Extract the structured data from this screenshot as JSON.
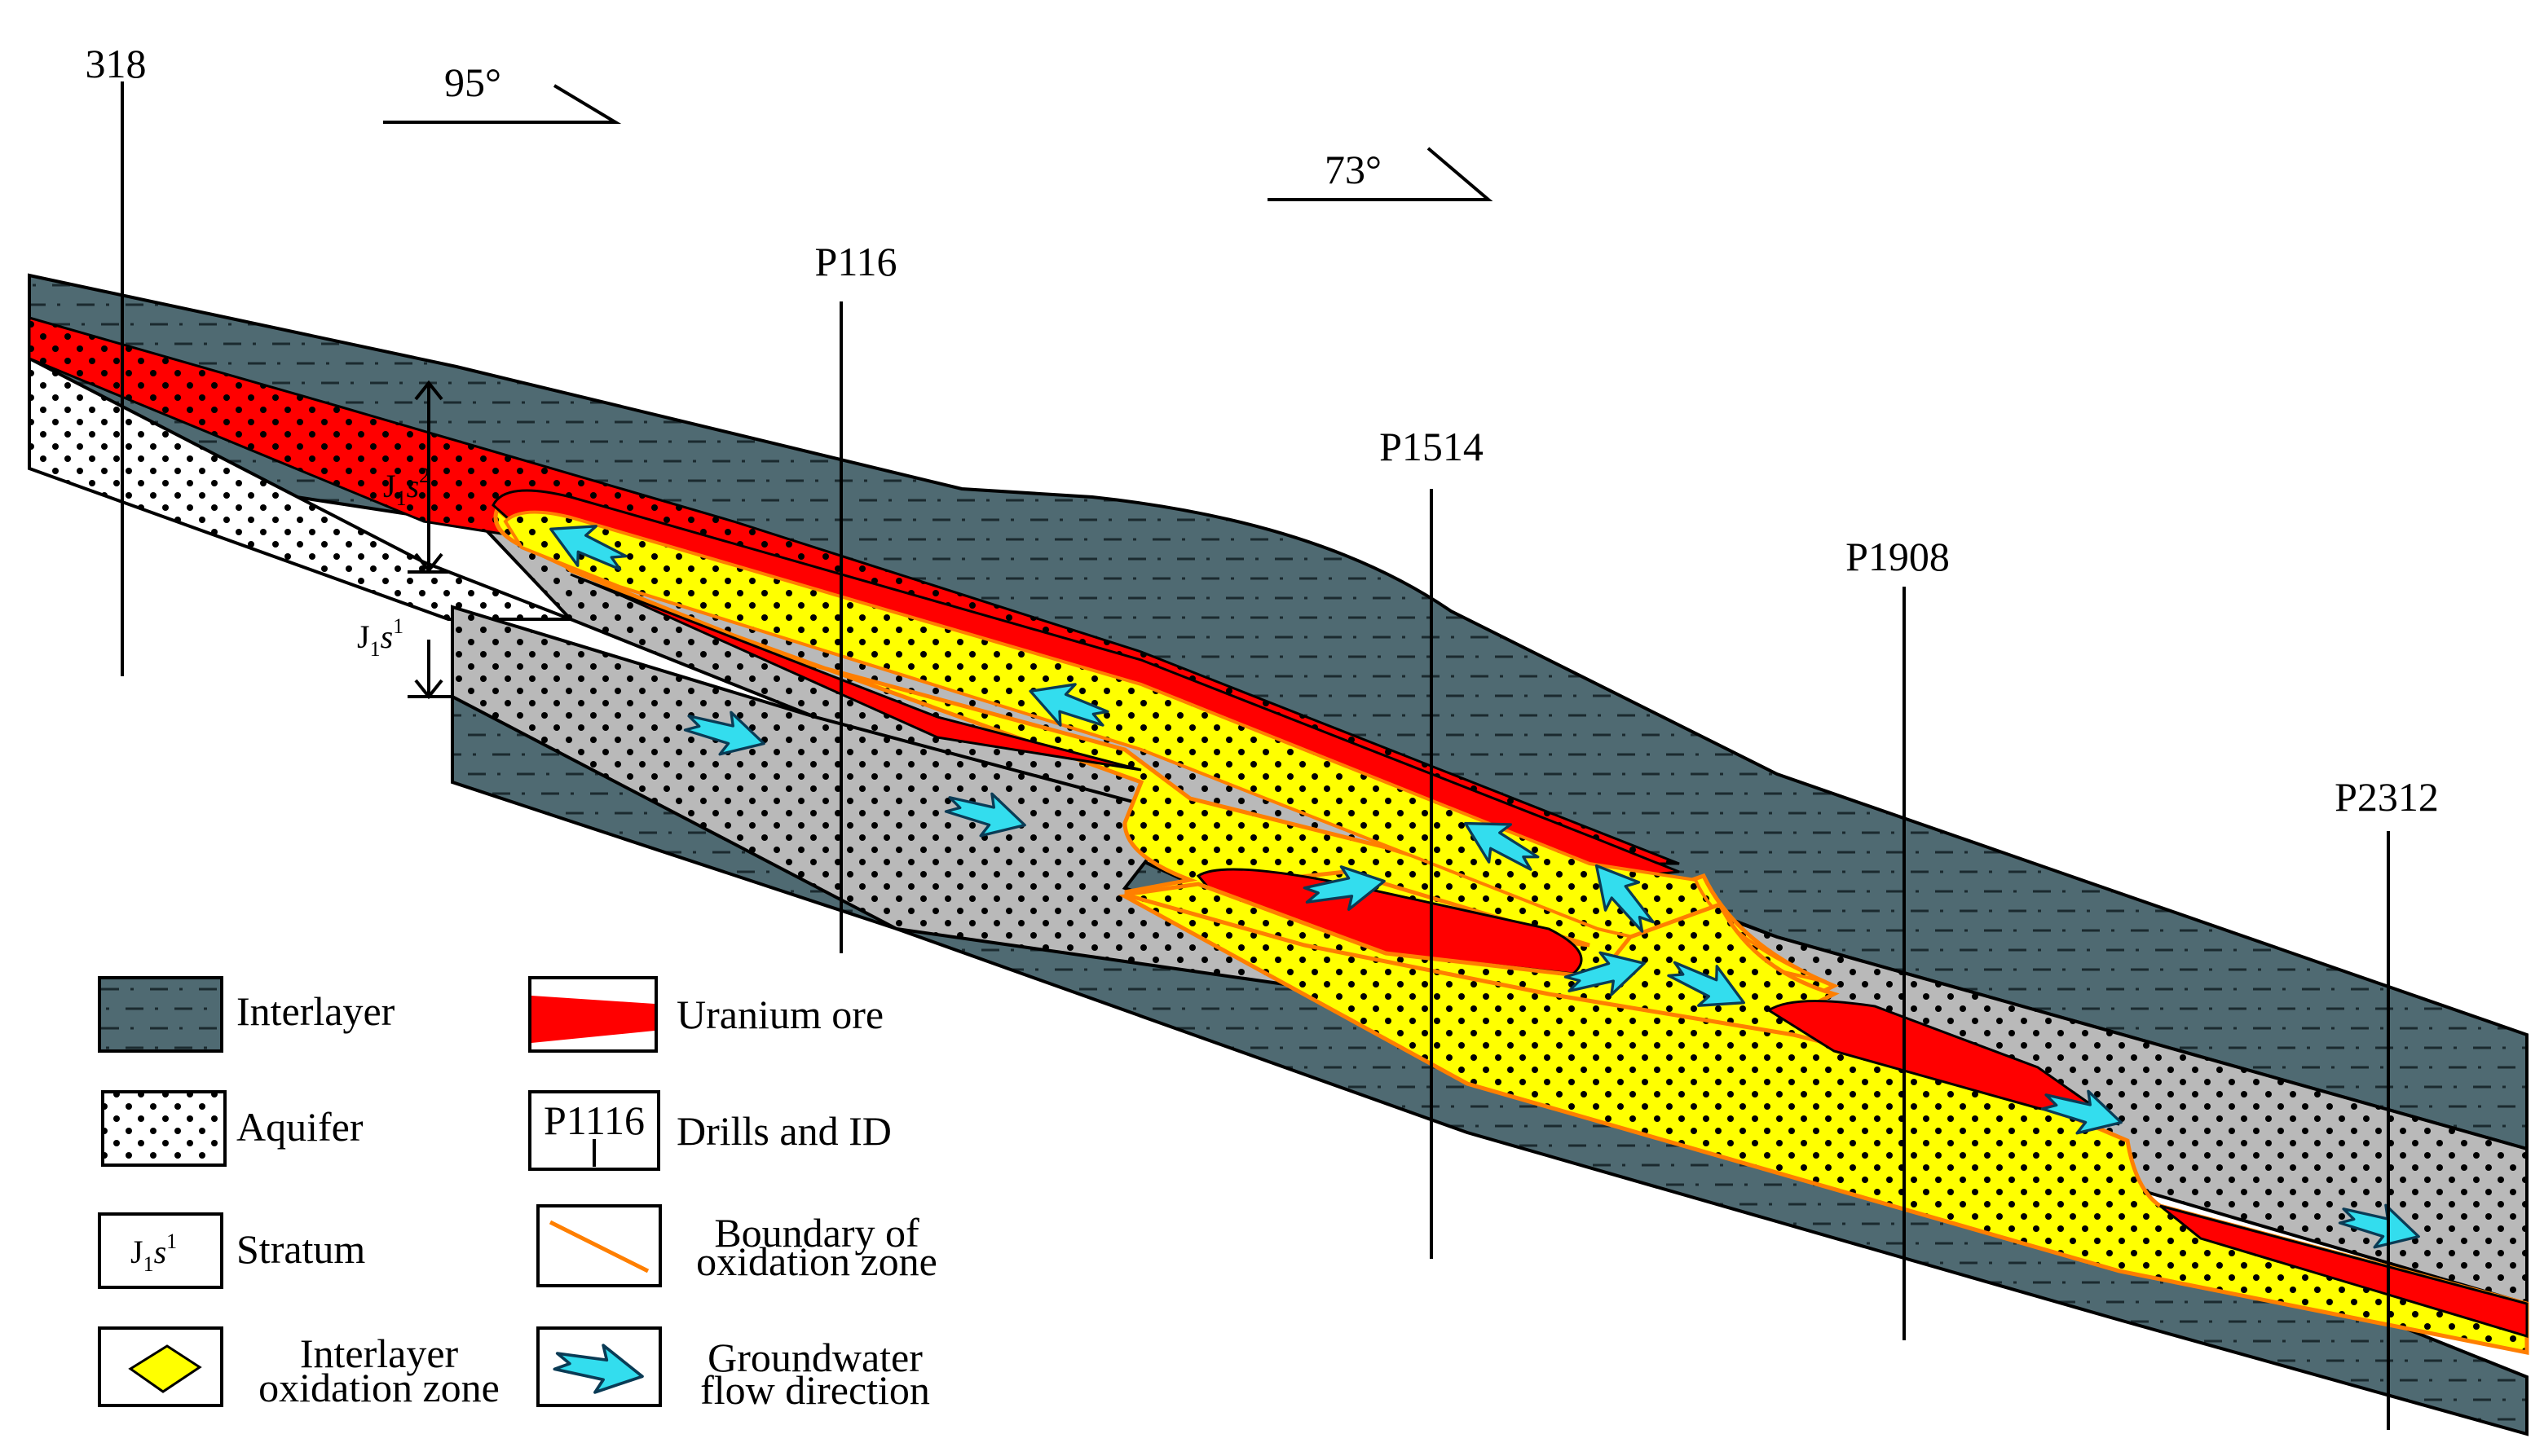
{
  "drills": [
    {
      "id": "318"
    },
    {
      "id": "P116"
    },
    {
      "id": "P1514"
    },
    {
      "id": "P1908"
    },
    {
      "id": "P2312"
    }
  ],
  "dip_angles": [
    {
      "label": "95°"
    },
    {
      "label": "73°"
    }
  ],
  "strata": {
    "upper": {
      "base": "J",
      "sub": "1",
      "letter": "s",
      "sup": "2"
    },
    "lower": {
      "base": "J",
      "sub": "1",
      "letter": "s",
      "sup": "1"
    }
  },
  "legend": {
    "interlayer": "Interlayer",
    "aquifer": "Aquifer",
    "stratum": "Stratum",
    "stratum_symbol": {
      "base": "J",
      "sub": "1",
      "letter": "s",
      "sup": "1"
    },
    "oxidation_zone_line1": "Interlayer",
    "oxidation_zone_line2": "oxidation zone",
    "uranium_ore": "Uranium ore",
    "drills_id_sample": "P1116",
    "drills_id": "Drills and ID",
    "boundary_line1": "Boundary of",
    "boundary_line2": "oxidation zone",
    "groundwater_line1": "Groundwater",
    "groundwater_line2": "flow direction"
  },
  "colors": {
    "interlayer": "#4f6a72",
    "aquifer_gray": "#b9b9b9",
    "aquifer_white": "#ffffff",
    "oxidation": "#ffff00",
    "ore": "#ff0000",
    "boundary": "#ff7f00",
    "arrow": "#33ddee"
  }
}
